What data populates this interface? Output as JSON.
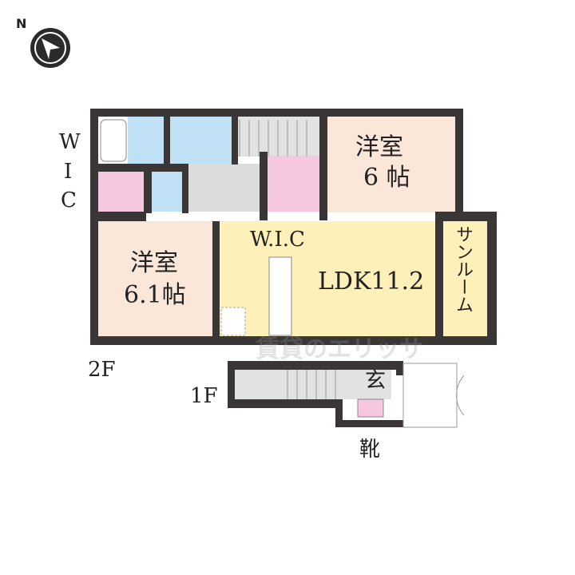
{
  "compass": {
    "label": "N"
  },
  "floor2": {
    "label": "2F",
    "wic_left": [
      "W",
      "I",
      "C"
    ],
    "room_west": {
      "name": "洋室",
      "size": "6.1帖"
    },
    "room_north": {
      "name": "洋室",
      "size": "6 帖"
    },
    "wic_center": "W.I.C",
    "ldk": "LDK11.2",
    "sunroom": "サンルーム"
  },
  "floor1": {
    "label": "1F",
    "entrance": "玄",
    "shoe_box": "靴"
  },
  "watermark": "賃貸のエリッサ",
  "colors": {
    "wall": "#3a3636",
    "western_room": "#fbe6da",
    "ldk": "#fdf0b8",
    "water": "#bfe0f5",
    "storage": "#f5c8e0",
    "hall": "#dcdcdc"
  }
}
